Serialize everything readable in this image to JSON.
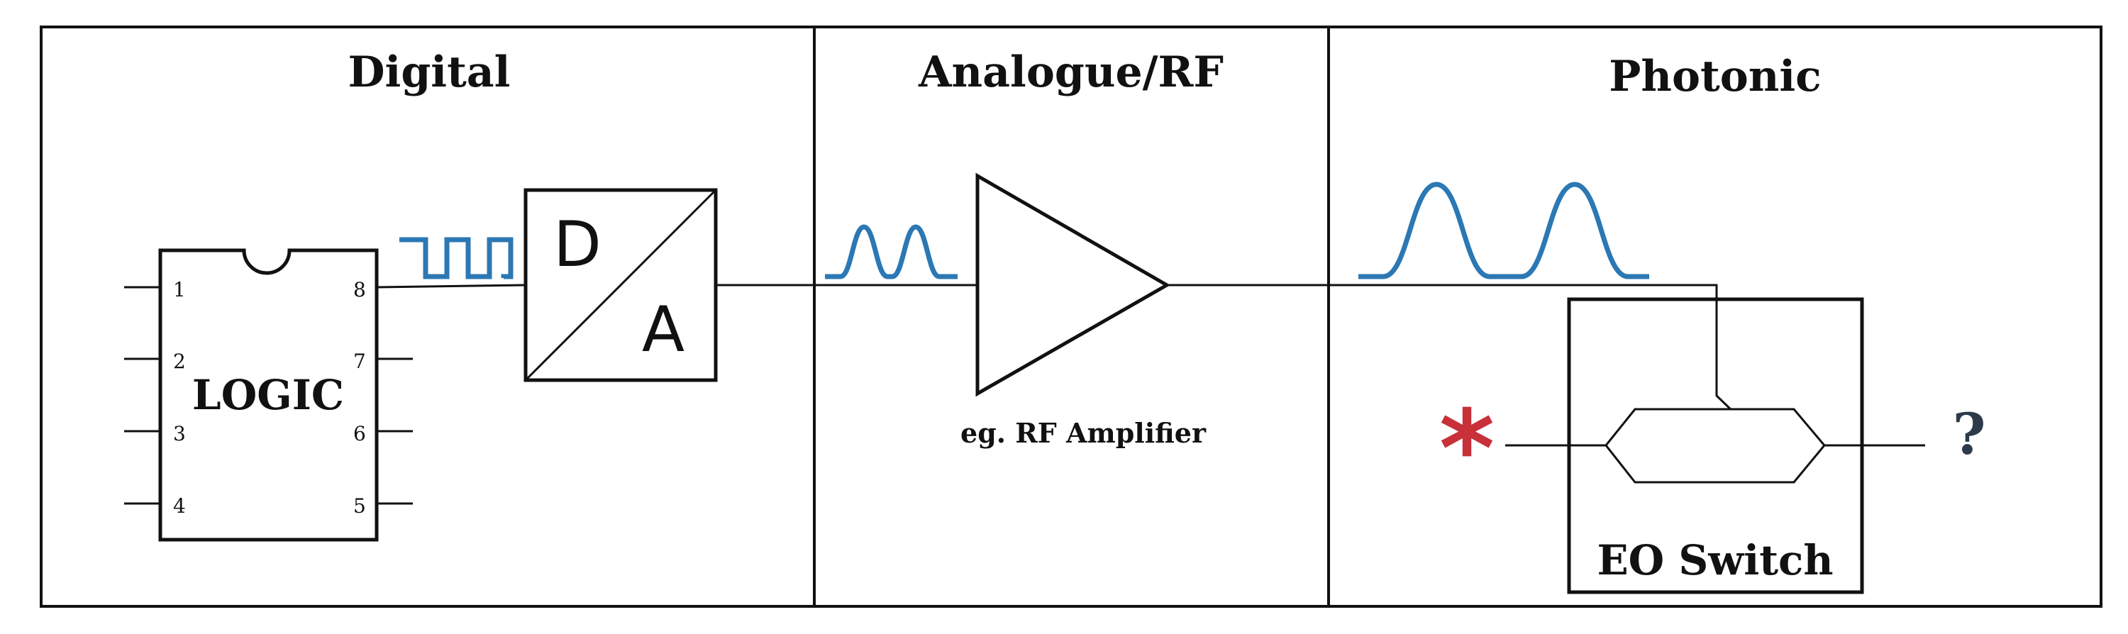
{
  "sections": {
    "digital": "Digital",
    "analogue": "Analogue/RF",
    "photonic": "Photonic"
  },
  "logic_chip": {
    "label": "LOGIC",
    "pins": [
      "1",
      "2",
      "3",
      "4",
      "5",
      "6",
      "7",
      "8"
    ]
  },
  "dac": {
    "top_letter": "D",
    "bottom_letter": "A"
  },
  "amplifier": {
    "caption": "eg. RF Amplifier"
  },
  "eo_switch": {
    "label": "EO Switch"
  },
  "markers": {
    "input_symbol": "*",
    "output_symbol": "?"
  },
  "colors": {
    "signal": "#2b78b4",
    "input_marker": "#c8303a",
    "output_marker": "#2c3a4a",
    "line": "#111111"
  }
}
